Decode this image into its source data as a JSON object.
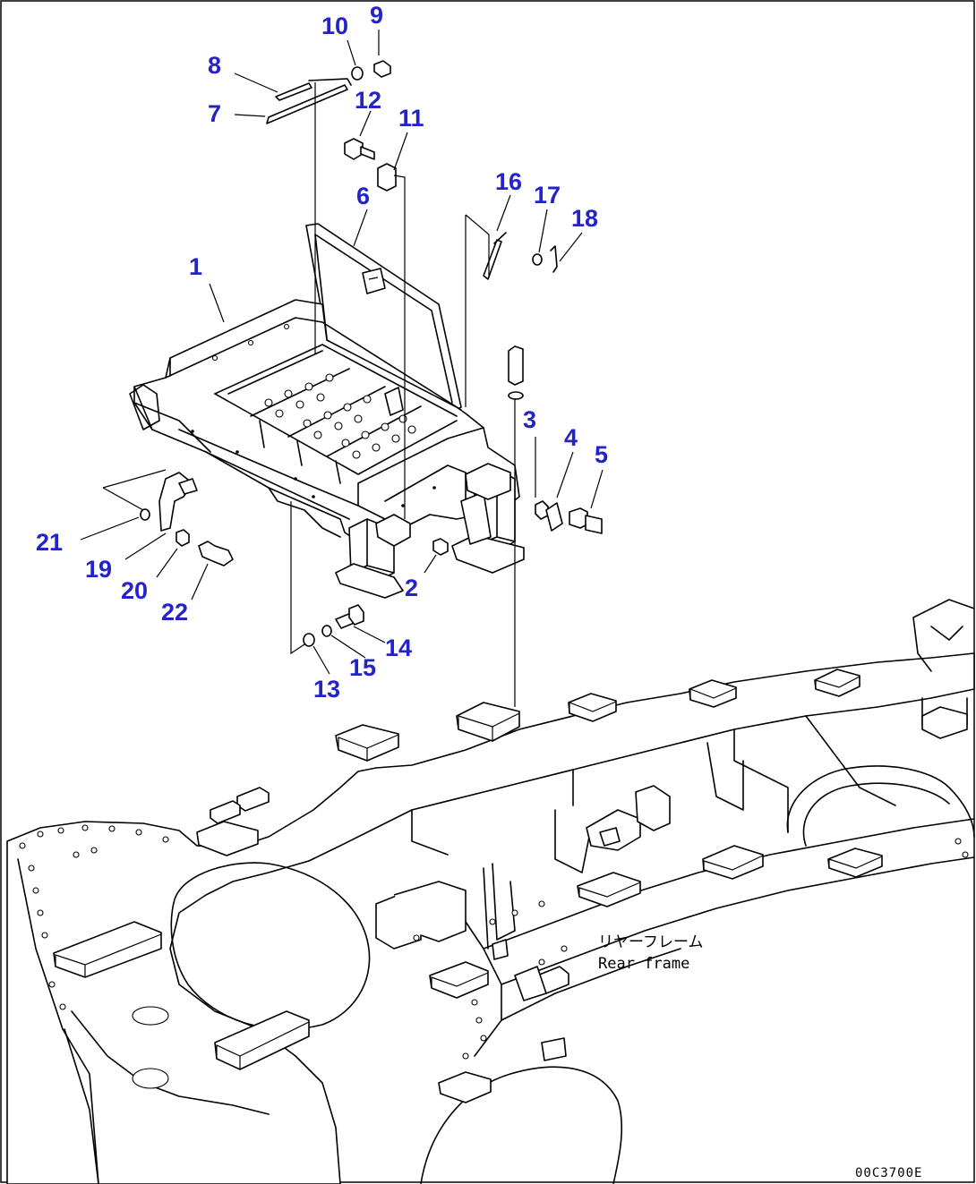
{
  "callouts": [
    "1",
    "2",
    "3",
    "4",
    "5",
    "6",
    "7",
    "8",
    "9",
    "10",
    "11",
    "12",
    "13",
    "14",
    "15",
    "16",
    "17",
    "18",
    "19",
    "20",
    "21",
    "22"
  ],
  "frame_label": {
    "japanese": "リヤーフレーム",
    "english": "Rear frame"
  },
  "drawing_code": "00C3700E",
  "colors": {
    "callout": "#2323c8",
    "line": "#000000",
    "background": "#ffffff"
  }
}
